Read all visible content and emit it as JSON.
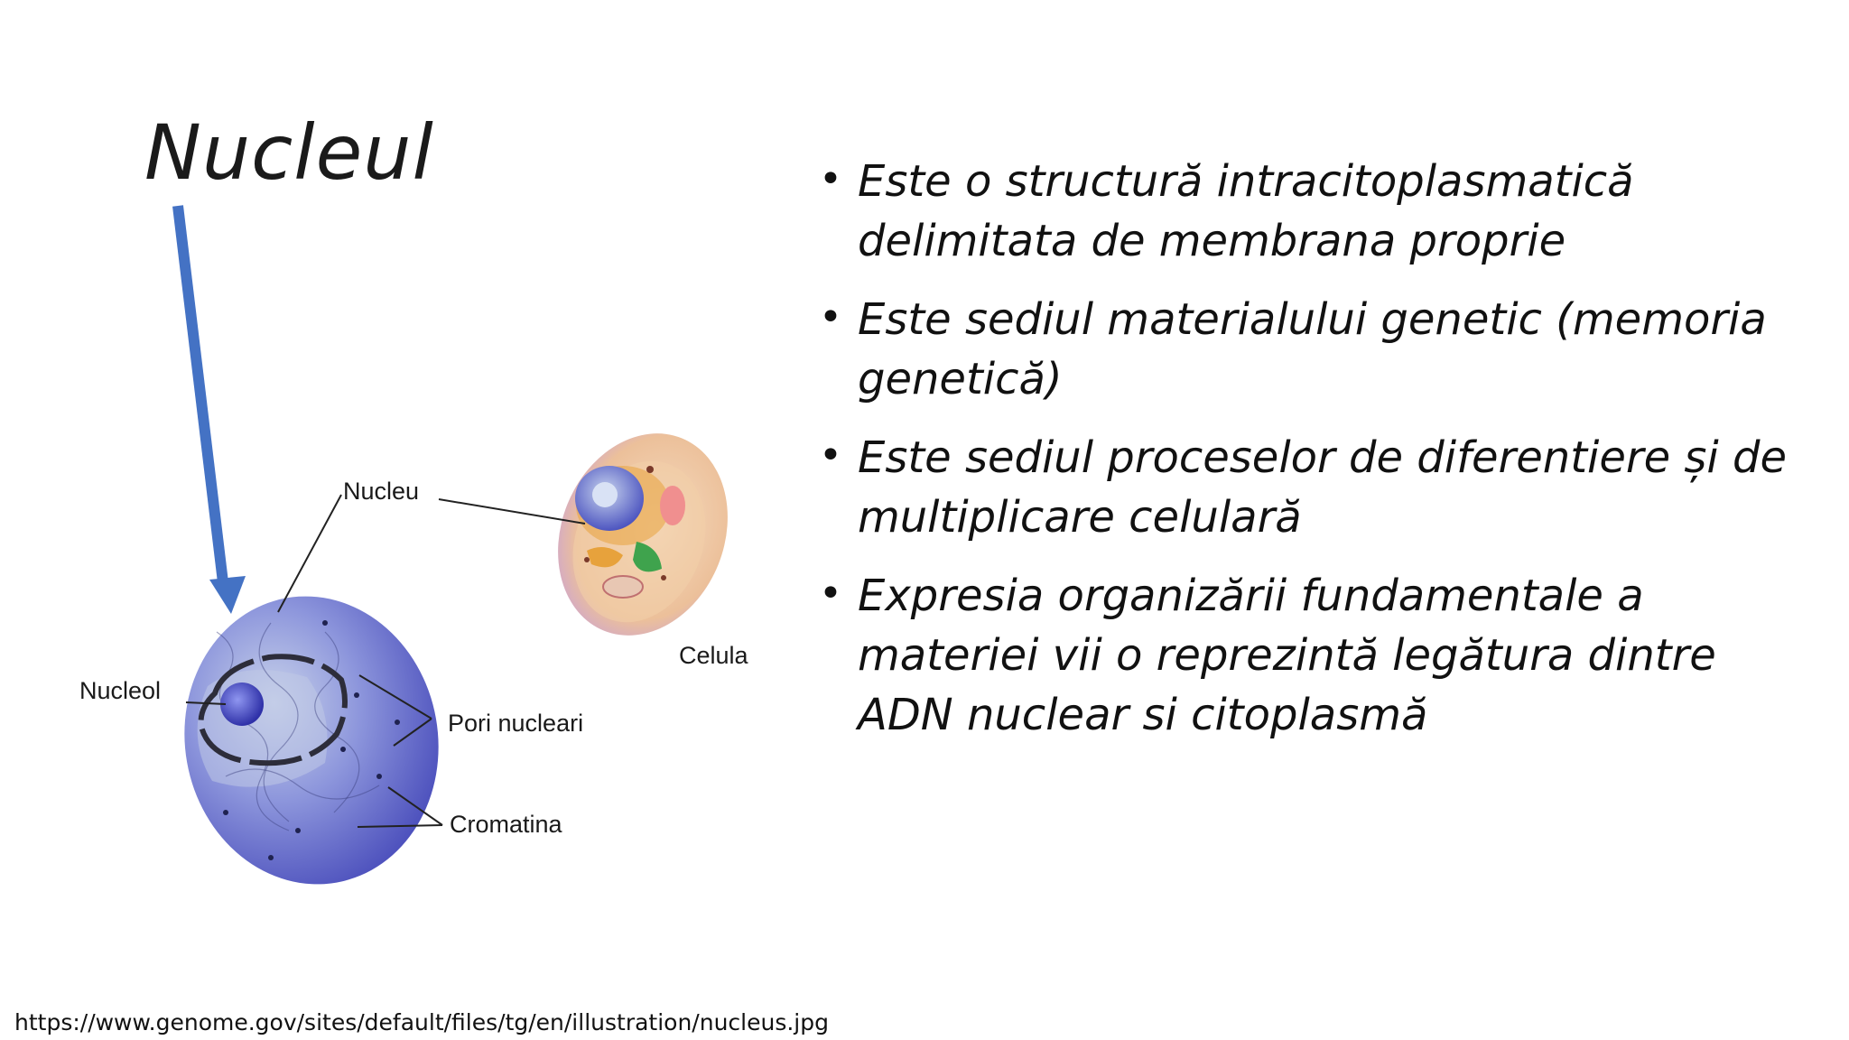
{
  "slide": {
    "title": "Nucleul",
    "bullets": [
      "Este o structură intracitoplasmatică delimitata de membrana proprie",
      "Este sediul materialului genetic (memoria genetică)",
      "Este sediul proceselor de diferentiere și de multiplicare celulară",
      "Expresia organizării fundamentale a materiei vii o reprezintă legătura dintre ADN nuclear si citoplasmă"
    ],
    "bullet_marker": "•",
    "source_url": "https://www.genome.gov/sites/default/files/tg/en/illustration/nucleus.jpg"
  },
  "diagram": {
    "labels": {
      "nucleu": "Nucleu",
      "celula": "Celula",
      "nucleol": "Nucleol",
      "pori_nucleari": "Pori nucleari",
      "cromatina": "Cromatina"
    },
    "colors": {
      "arrow": "#4472c4",
      "nucleus": "#5a5fc8",
      "cell_membrane": "#e7b894"
    }
  }
}
